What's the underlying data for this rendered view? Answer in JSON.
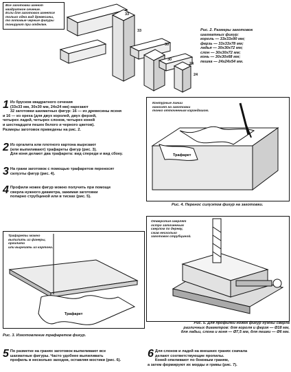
{
  "top_note": "Все заготовки имеют квадратное сечение.\nЕсли для заготовок имеется\nтолько одна вид древесины,\nто готовые черные фигуры\nтонируют при отделке.",
  "fig2": {
    "dims": [
      "33",
      "33",
      "30",
      "30",
      "24",
      "24"
    ],
    "caption": "Рис. 2. Размеры заготовок\nшахматных фигур:",
    "lines": [
      "король — 33x33x90 мм;",
      "ферзь — 33x33x78 мм;",
      "ладья — 30x30x72 мм;",
      "слон — 30x30x72 мм;",
      "конь — 30x30x68 мм;",
      "пешка — 24x24x54 мм."
    ]
  },
  "steps": [
    {
      "n": "1",
      "text": "Из брусков квадратного сечения\n(33x33 мм, 30x30 мм, 24x24 мм) нарезают\n32 заготовки шахматных фигур: 16 — из древесины ясеня\nи 16 — из ореха (для двух королей, двух ферзей,\nчетырех ладей, четырех слонов, четырех коней\nи шестнадцати пешек белого и черного цветов).\nРазмеры заготовок приведены на рис. 2."
    },
    {
      "n": "2",
      "text": "Из оргалита или плотного картона вырезают\n(или выпиливают) трафареты фигур (рис. 3).\nДля коня делают два трафарета: вид спереди и вид сбоку."
    },
    {
      "n": "3",
      "text": "На грани заготовок с помощью трафаретов переносят\nсилуэты фигур (рис. 4)."
    },
    {
      "n": "4",
      "text": "Профили ножек фигур можно получить при помощи\nсверла нужного диаметра, зажимая заготовки\nпопарно струбциной или в тисках (рис. 5)."
    },
    {
      "n": "5",
      "text": "По разметке на гранях заготовок выпиливают все\nшахматные фигуры. Часто удобнее выпиливать\nпрофиль в несколько заходов, оставляя мостики (рис. 6)."
    },
    {
      "n": "6",
      "text": "Для слонов и ладей на внешних гранях сначала\nделают соответствующие пропилы.\nКоней опиливают по боковым граням,\nа затем формируют их морды и гривы (рис. 7)."
    }
  ],
  "fig4": {
    "note": "Контурные линии\nнаносят на заготовки\nтонко отточенным карандашом.",
    "label": "Трафарет",
    "caption": "Рис. 4. Перенос силуэтов фигур на заготовки."
  },
  "fig3": {
    "note": "Трафареты можно\nвыпилить из фанеры,\nоргалита\nили вырезать из картона.",
    "label": "Трафарет",
    "caption": "Рис. 3. Изготовление трафаретов фигур."
  },
  "fig5": {
    "note": "Отверстия сверлят\nостро заточенным\nсверлом по дереву,\nсжав несколько\nзаготовок струбциной.",
    "caption": "Рис. 5. Для профилей ножек фигур нужны сверла\nразличных диаметров: для короля и ферзя — Ø18 мм,\nдля ладьи, слона и коня — Ø7,5 мм, для пешки — Ø6 мм."
  }
}
